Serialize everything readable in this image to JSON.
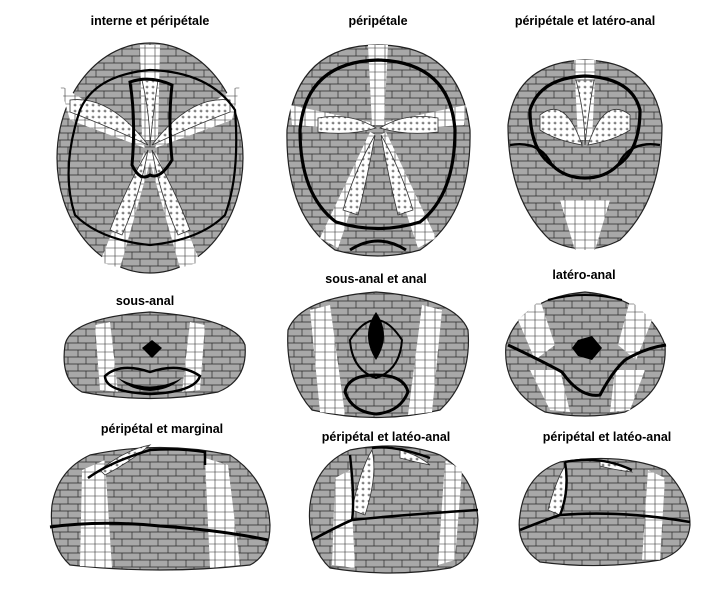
{
  "labels": {
    "p1": "interne et péripétale",
    "p2": "péripétale",
    "p3": "péripétale et latéro-anal",
    "p4": "sous-anal",
    "p5": "sous-anal et anal",
    "p6": "latéro-anal",
    "p7": "péripétal et marginal",
    "p8": "péripétal et latéo-anal",
    "p9": "péripétal et latéo-anal"
  },
  "colors": {
    "plate_fill": "#a8a8a8",
    "ambulacra_fill": "#ffffff",
    "fasciole": "#000000",
    "outline": "#222222"
  }
}
